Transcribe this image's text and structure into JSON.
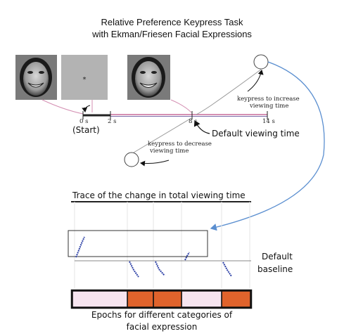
{
  "title_line1": "Relative Preference Keypress Task",
  "title_line2": "with Ekman/Friesen Facial Expressions",
  "timeline": {
    "tick_0": "0 s",
    "tick_2": "2 s",
    "tick_8": "8 s",
    "tick_14": "14 s",
    "start_label": "(Start)",
    "default_viewing_time": "Default viewing time",
    "increase_line1": "keypress to increase",
    "increase_line2": "viewing time",
    "decrease_line1": "keypress to decrease",
    "decrease_line2": "viewing time"
  },
  "trace": {
    "title": "Trace of the change in total viewing time",
    "baseline_line1": "Default",
    "baseline_line2": "baseline"
  },
  "epochs": {
    "caption_line1": "Epochs for different categories of",
    "caption_line2": "facial expression",
    "fills": [
      "#f6e4ef",
      "#e0632c",
      "#e0632c",
      "#f6e4ef",
      "#e0632c"
    ]
  },
  "colors": {
    "arrow_blue": "#5b8fd0",
    "timeline_pink": "#c76b9a",
    "face_bg": "#7a7a7a",
    "gray_card": "#b3b3b3",
    "trace_blue": "#2b3fa5"
  }
}
